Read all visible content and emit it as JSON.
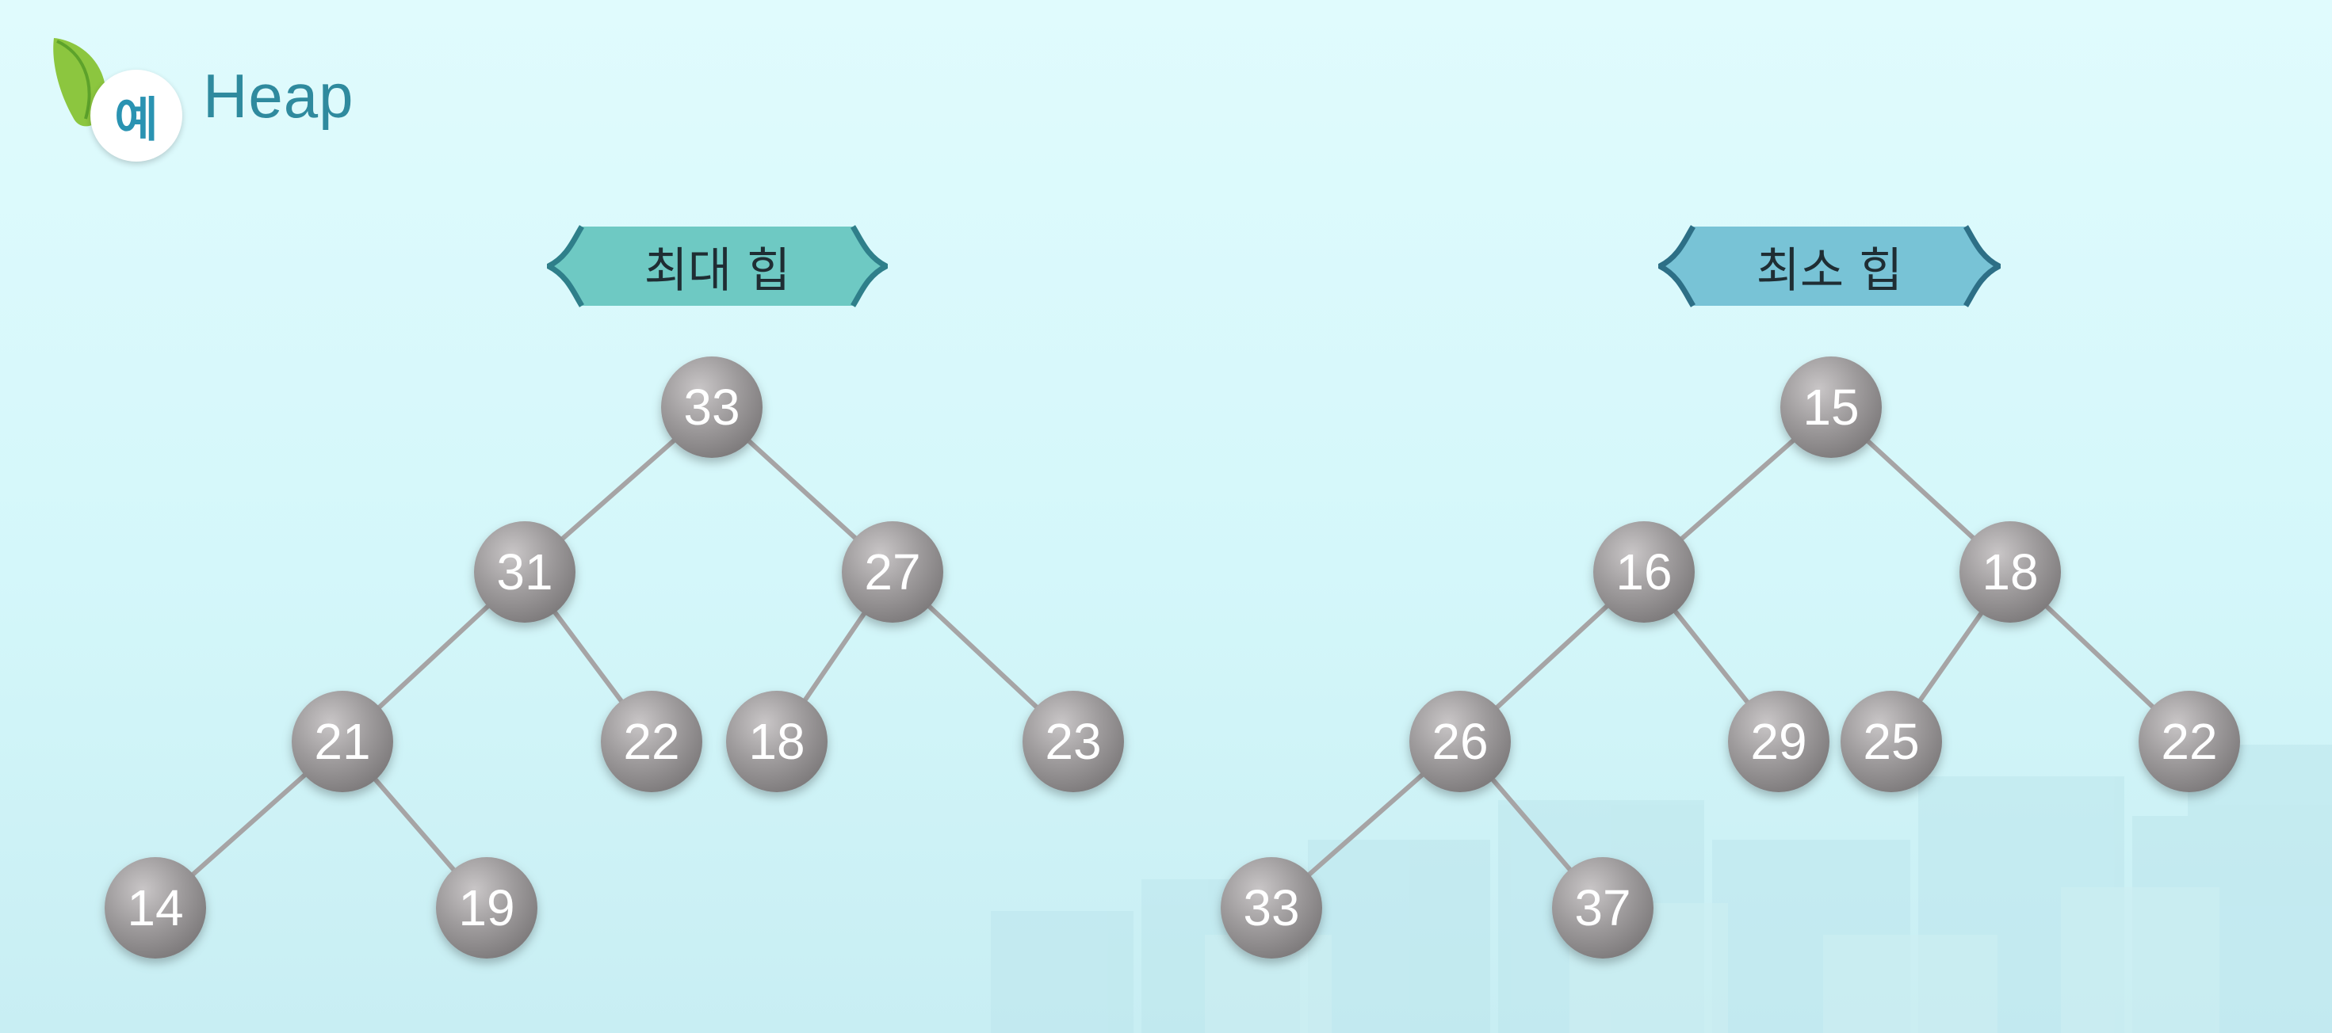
{
  "header": {
    "logo_glyph": "예",
    "title": "Heap"
  },
  "heaps": [
    {
      "label": "최대 힙",
      "ribbon_color": "#6ec9c3",
      "nodes": [
        "33",
        "31",
        "27",
        "21",
        "22",
        "18",
        "23",
        "14",
        "19"
      ]
    },
    {
      "label": "최소 힙",
      "ribbon_color": "#78c3d6",
      "nodes": [
        "15",
        "16",
        "18",
        "26",
        "29",
        "25",
        "22",
        "33",
        "37"
      ]
    }
  ],
  "colors": {
    "node_fill": "#9e9b9c",
    "edge": "#a6a4a5",
    "title": "#2f8a9e"
  }
}
